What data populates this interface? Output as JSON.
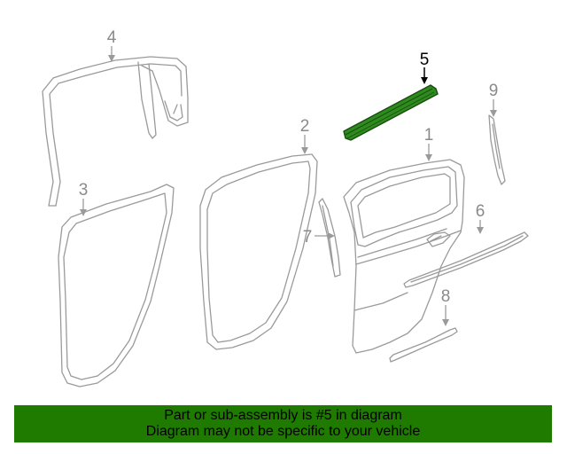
{
  "diagram": {
    "highlight_color": "#2e8b1e",
    "line_color": "#9a9a9a",
    "callouts": [
      {
        "id": "1",
        "label": "1"
      },
      {
        "id": "2",
        "label": "2"
      },
      {
        "id": "3",
        "label": "3"
      },
      {
        "id": "4",
        "label": "4"
      },
      {
        "id": "5",
        "label": "5"
      },
      {
        "id": "6",
        "label": "6"
      },
      {
        "id": "7",
        "label": "7"
      },
      {
        "id": "8",
        "label": "8"
      },
      {
        "id": "9",
        "label": "9"
      }
    ],
    "highlighted_part": "5"
  },
  "banner": {
    "background_color": "#1f7a00",
    "line1": "Part or sub-assembly is #5 in diagram",
    "line2": "Diagram may not be specific to your vehicle"
  }
}
